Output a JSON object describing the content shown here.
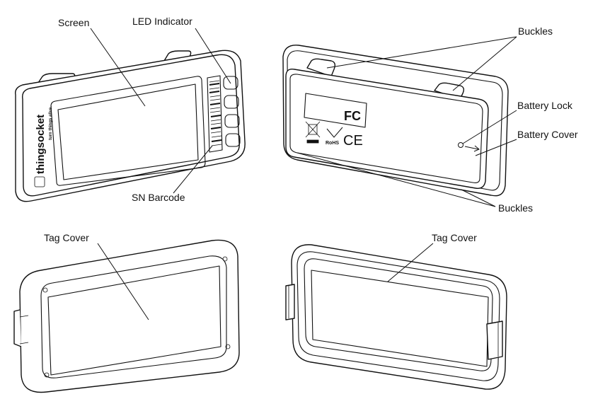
{
  "labels": {
    "screen": "Screen",
    "led_indicator": "LED Indicator",
    "sn_barcode": "SN Barcode",
    "buckles_top": "Buckles",
    "battery_lock": "Battery Lock",
    "battery_cover": "Battery Cover",
    "buckles_bottom": "Buckles",
    "tag_cover_left": "Tag Cover",
    "tag_cover_right": "Tag Cover"
  },
  "device_front": {
    "brand_name": "thingsocket",
    "brand_tagline": "turn things alive."
  },
  "device_back": {
    "fcc_mark": "FC",
    "ce_mark": "CE",
    "rohs_mark": "RoHS"
  }
}
